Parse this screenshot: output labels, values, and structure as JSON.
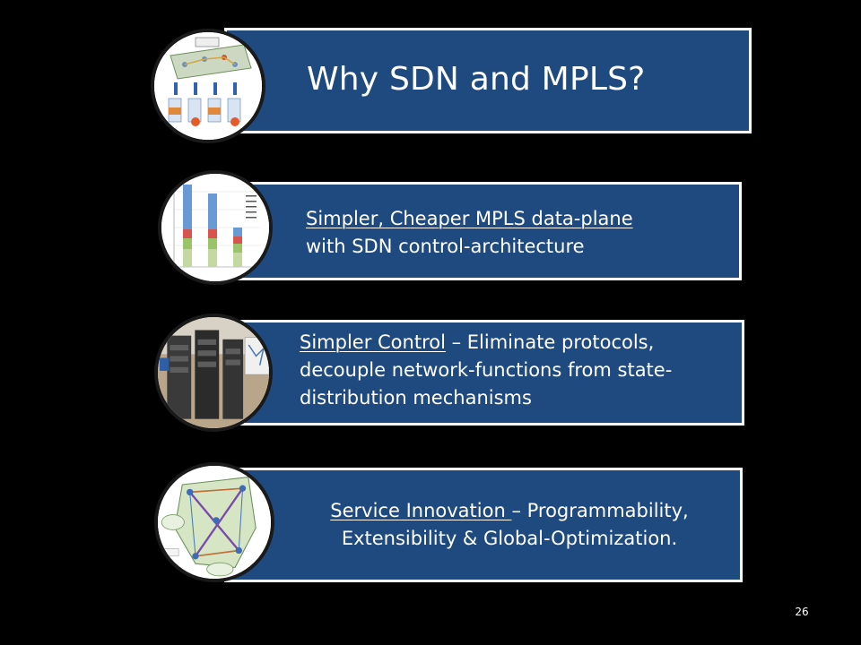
{
  "slide": {
    "title": "Why SDN and MPLS?",
    "page_number": "26"
  },
  "items": [
    {
      "lead": "Simpler, Cheaper MPLS data-plane",
      "rest": "with SDN control-architecture"
    },
    {
      "lead": "Simpler Control",
      "rest": " – Eliminate protocols, decouple network-functions from state-distribution mechanisms"
    },
    {
      "lead": "Service Innovation ",
      "rest": "– Programmability, Extensibility & Global-Optimization."
    }
  ],
  "colors": {
    "banner": "#1f4a80",
    "border": "#ffffff",
    "background": "#000000"
  }
}
